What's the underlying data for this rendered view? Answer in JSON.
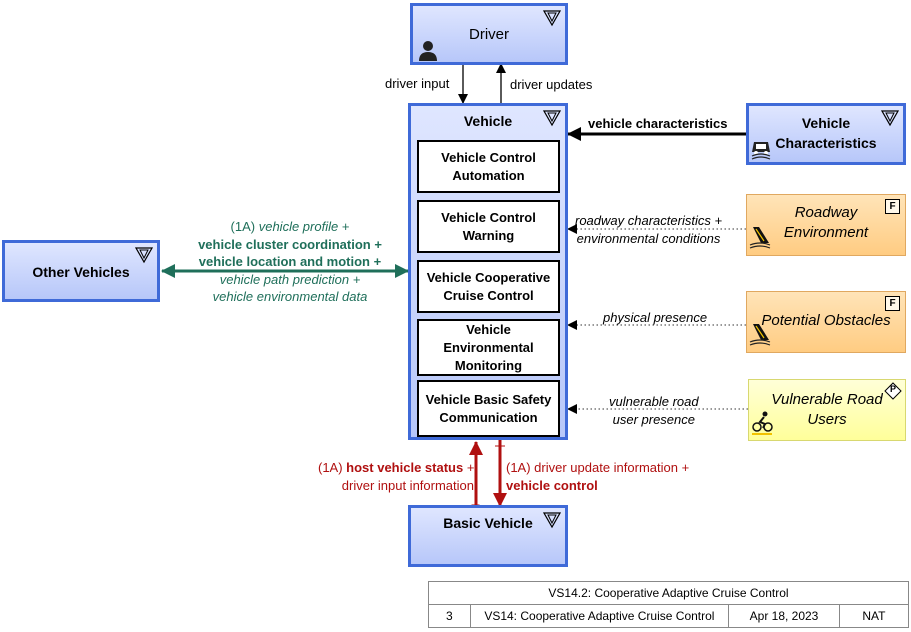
{
  "nodes": {
    "driver": {
      "label": "Driver"
    },
    "vehicle": {
      "label": "Vehicle"
    },
    "vehicle_characteristics": {
      "label_1": "Vehicle",
      "label_2": "Characteristics"
    },
    "roadway_environment": {
      "label_1": "Roadway",
      "label_2": "Environment",
      "badge": "F"
    },
    "potential_obstacles": {
      "label": "Potential Obstacles",
      "badge": "F"
    },
    "vulnerable_road_users": {
      "label_1": "Vulnerable Road",
      "label_2": "Users",
      "badge": "P"
    },
    "other_vehicles": {
      "label": "Other Vehicles"
    },
    "basic_vehicle": {
      "label": "Basic Vehicle"
    }
  },
  "subsystems": [
    {
      "line1": "Vehicle Control",
      "line2": "Automation"
    },
    {
      "line1": "Vehicle Control",
      "line2": "Warning"
    },
    {
      "line1": "Vehicle Cooperative",
      "line2": "Cruise Control"
    },
    {
      "line1": "Vehicle",
      "line2": "Environmental",
      "line3": "Monitoring"
    },
    {
      "line1": "Vehicle Basic Safety",
      "line2": "Communication"
    }
  ],
  "flows": {
    "driver_input": "driver input",
    "driver_updates": "driver updates",
    "vehicle_characteristics": "vehicle characteristics",
    "roadway_1": "roadway characteristics +",
    "roadway_2": "environmental conditions",
    "physical_presence": "physical presence",
    "vru_1": "vulnerable road",
    "vru_2": "user presence",
    "ov_1_prefix": "(1A) ",
    "ov_1_italic": "vehicle profile",
    "ov_1_suffix": " +",
    "ov_2": "vehicle cluster coordination +",
    "ov_3": "vehicle location and motion +",
    "ov_4": "vehicle path prediction +",
    "ov_5": "vehicle environmental data",
    "bv_left_1_prefix": "(1A) ",
    "bv_left_1_bold": "host vehicle status",
    "bv_left_1_suffix": " +",
    "bv_left_2": "driver input information",
    "bv_right_1": "(1A) driver update information +",
    "bv_right_2": "vehicle control"
  },
  "title_block": {
    "title": "VS14.2: Cooperative Adaptive Cruise Control",
    "number": "3",
    "service": "VS14: Cooperative Adaptive Cruise Control",
    "date": "Apr 18, 2023",
    "org": "NAT"
  },
  "colors": {
    "blue_border": "#3f6ad8",
    "green_flow": "#1f6f5a",
    "red_flow": "#b01010"
  }
}
